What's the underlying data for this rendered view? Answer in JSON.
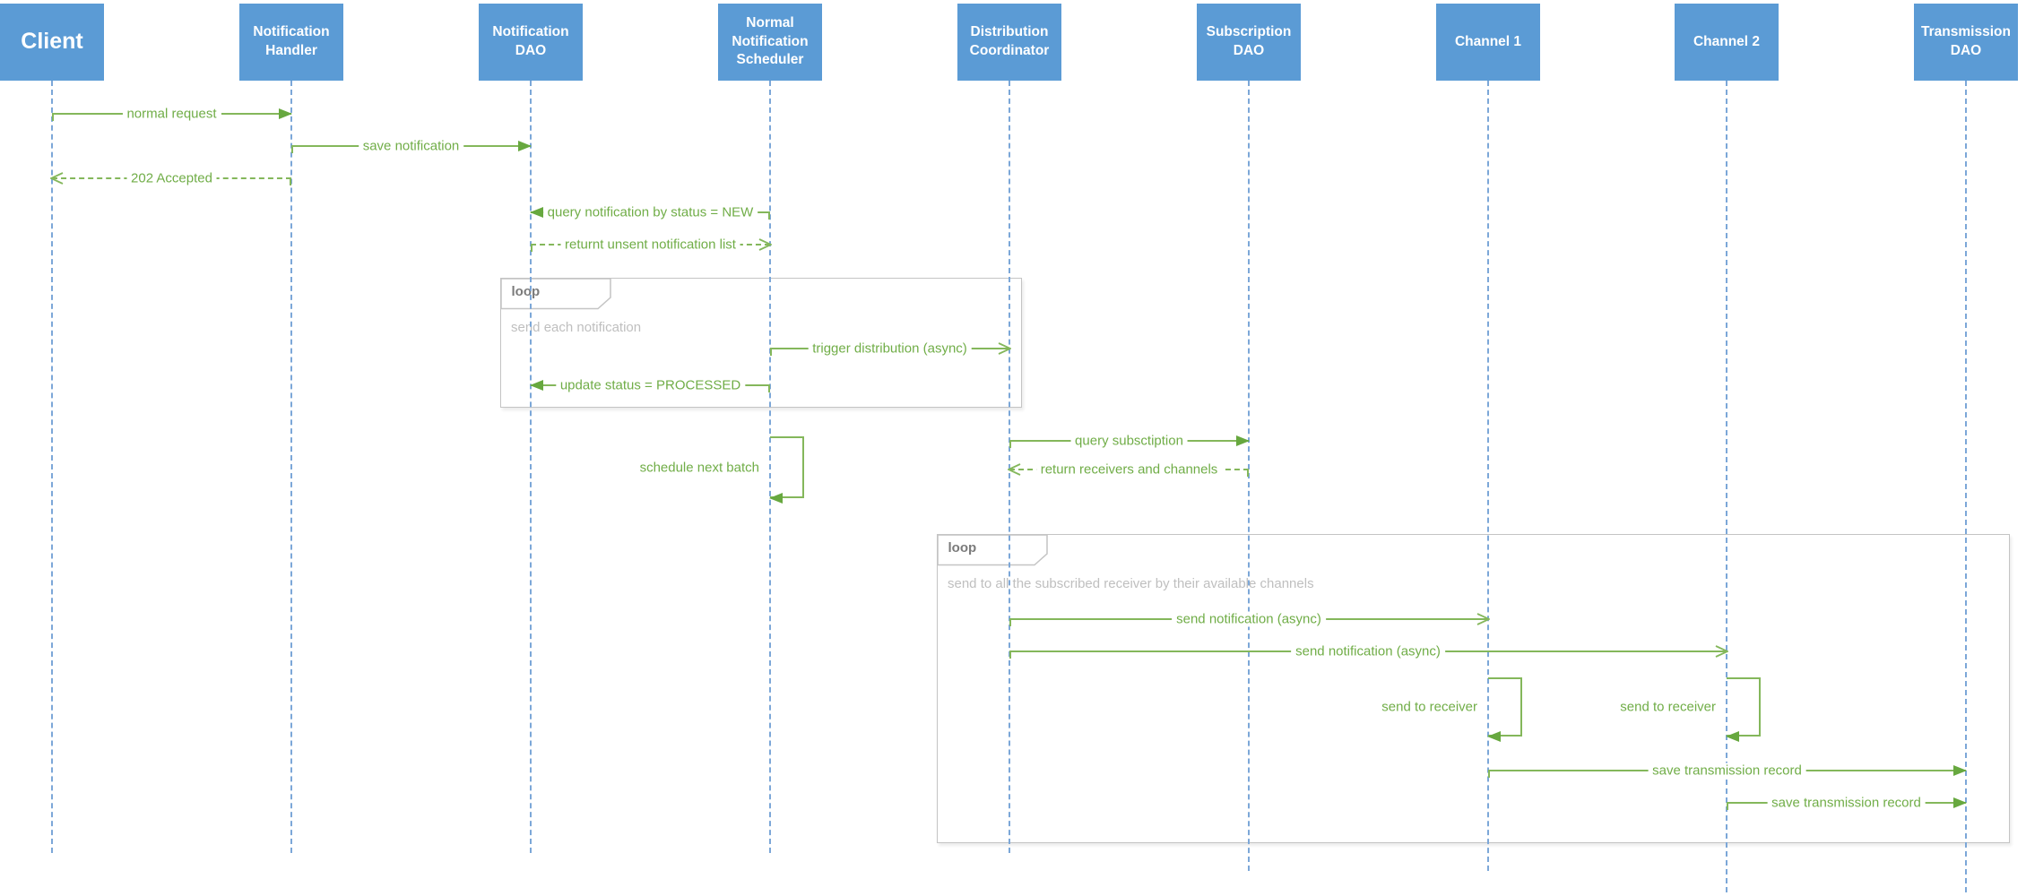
{
  "diagram": {
    "participants": [
      {
        "id": "client",
        "label": "Client"
      },
      {
        "id": "notification-handler",
        "label": "Notification Handler"
      },
      {
        "id": "notification-dao",
        "label": "Notification DAO"
      },
      {
        "id": "normal-notification-scheduler",
        "label": "Normal Notification Scheduler"
      },
      {
        "id": "distribution-coordinator",
        "label": "Distribution Coordinator"
      },
      {
        "id": "subscription-dao",
        "label": "Subscription DAO"
      },
      {
        "id": "channel-1",
        "label": "Channel 1"
      },
      {
        "id": "channel-2",
        "label": "Channel 2"
      },
      {
        "id": "transmission-dao",
        "label": "Transmission DAO"
      }
    ],
    "messages": [
      {
        "label": "normal request",
        "from": 0,
        "to": 1,
        "line": "solid",
        "head": "filled"
      },
      {
        "label": "save notification",
        "from": 1,
        "to": 2,
        "line": "solid",
        "head": "filled"
      },
      {
        "label": "202 Accepted",
        "from": 1,
        "to": 0,
        "line": "dashed",
        "head": "open"
      },
      {
        "label": "query notification by status = NEW",
        "from": 3,
        "to": 2,
        "line": "solid",
        "head": "filled"
      },
      {
        "label": "returnt unsent notification list",
        "from": 2,
        "to": 3,
        "line": "dashed",
        "head": "open"
      },
      {
        "label": "trigger distribution (async)",
        "from": 3,
        "to": 4,
        "line": "solid",
        "head": "open"
      },
      {
        "label": "update status = PROCESSED",
        "from": 3,
        "to": 2,
        "line": "solid",
        "head": "filled"
      },
      {
        "label": "query subsctiption",
        "from": 4,
        "to": 5,
        "line": "solid",
        "head": "filled"
      },
      {
        "label": "schedule next batch",
        "self": 3,
        "line": "solid",
        "head": "filled"
      },
      {
        "label": "return receivers and channels",
        "from": 5,
        "to": 4,
        "line": "dashed",
        "head": "open"
      },
      {
        "label": "send notification (async)",
        "from": 4,
        "to": 6,
        "line": "solid",
        "head": "open"
      },
      {
        "label": "send notification (async)",
        "from": 4,
        "to": 7,
        "line": "solid",
        "head": "open"
      },
      {
        "label": "send to receiver",
        "self": 6,
        "line": "solid",
        "head": "filled"
      },
      {
        "label": "send to receiver",
        "self": 7,
        "line": "solid",
        "head": "filled"
      },
      {
        "label": "save transmission record",
        "from": 6,
        "to": 8,
        "line": "solid",
        "head": "filled"
      },
      {
        "label": "save transmission record",
        "from": 7,
        "to": 8,
        "line": "solid",
        "head": "filled"
      }
    ],
    "fragments": [
      {
        "keyword": "loop",
        "guard": "send each notification"
      },
      {
        "keyword": "loop",
        "guard": "send to all the subscribed receiver by their available channels"
      }
    ],
    "colors": {
      "participant_fill": "#5B9BD5",
      "participant_text": "#FFFFFF",
      "lifeline": "#7CA7D8",
      "message_line": "#84B75B",
      "message_head": "#67A83F",
      "message_text": "#70AD47",
      "frame_border": "#C4C4C4",
      "frame_keyword": "#7B7B7B",
      "frame_guard": "#BFBFBF"
    }
  }
}
